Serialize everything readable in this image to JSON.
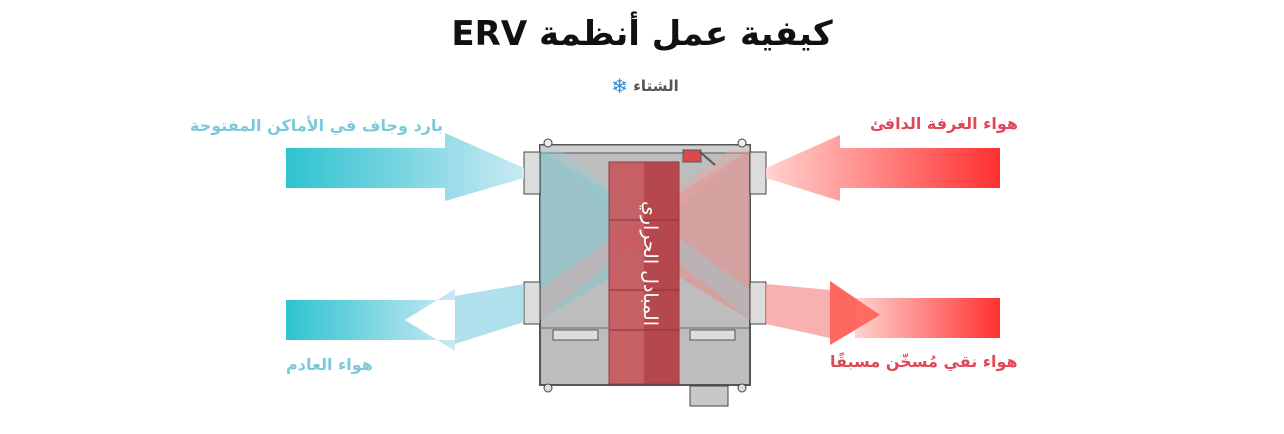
{
  "header": {
    "title": "كيفية عمل أنظمة ERV",
    "season_label": "الشتاء",
    "season_icon": "snowflake-icon"
  },
  "labels": {
    "outdoor_air": "بارد وجاف في الأماكن المفتوحة",
    "exhaust_air": "هواء العادم",
    "room_air": "هواء الغرفة الدافئ",
    "supply_air": "هواء نقي مُسخّن مسبقًا",
    "heat_exchanger": "المبادل الحراري"
  },
  "colors": {
    "cool": "#2fc3d0",
    "cool_light": "#c5e8f2",
    "warm": "#ff3030",
    "warm_light": "#ffd0cc",
    "cool_text": "#7cc9d9",
    "warm_text": "#e0485a",
    "unit_body": "#b9b9b9",
    "exchanger": "#c9545a"
  }
}
